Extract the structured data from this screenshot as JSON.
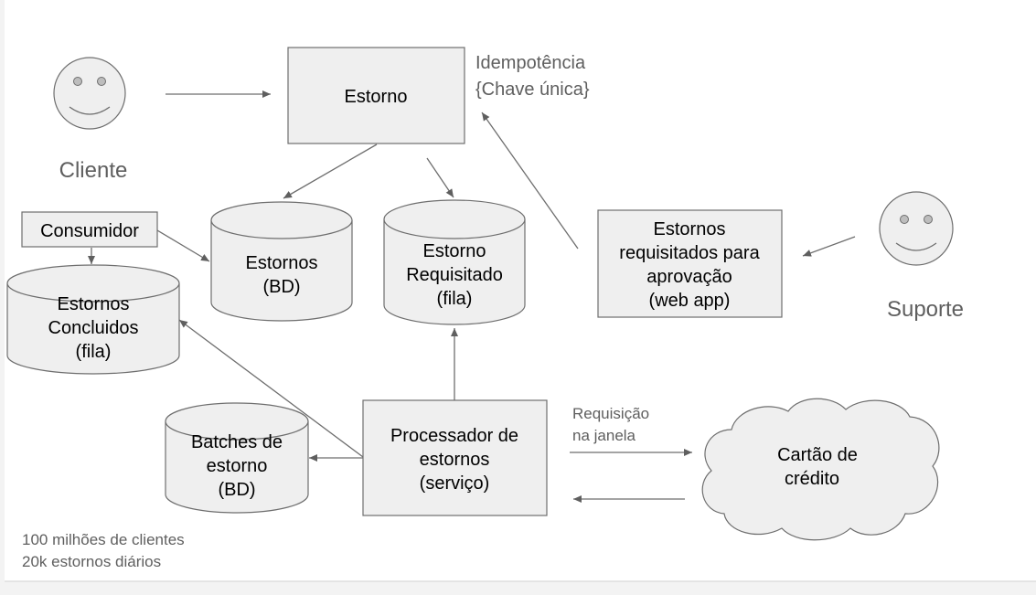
{
  "actors": {
    "client": "Cliente",
    "support": "Suporte"
  },
  "nodes": {
    "estorno": "Estorno",
    "consumidor": "Consumidor",
    "estornos_bd": [
      "Estornos",
      "(BD)"
    ],
    "estorno_requisitado": [
      "Estorno",
      "Requisitado",
      "(fila)"
    ],
    "estornos_concluidos": [
      "Estornos",
      "Concluidos",
      "(fila)"
    ],
    "aprovacao": [
      "Estornos",
      "requisitados para",
      "aprovação",
      "(web app)"
    ],
    "processador": [
      "Processador de",
      "estornos",
      "(serviço)"
    ],
    "batches": [
      "Batches de",
      "estorno",
      "(BD)"
    ],
    "cartao": [
      "Cartão de",
      "crédito"
    ]
  },
  "annotations": {
    "idempotencia": [
      "Idempotência",
      "{Chave única}"
    ],
    "requisicao": [
      "Requisição",
      "na janela"
    ],
    "footer": [
      "100 milhões de clientes",
      "20k estornos diários"
    ]
  }
}
